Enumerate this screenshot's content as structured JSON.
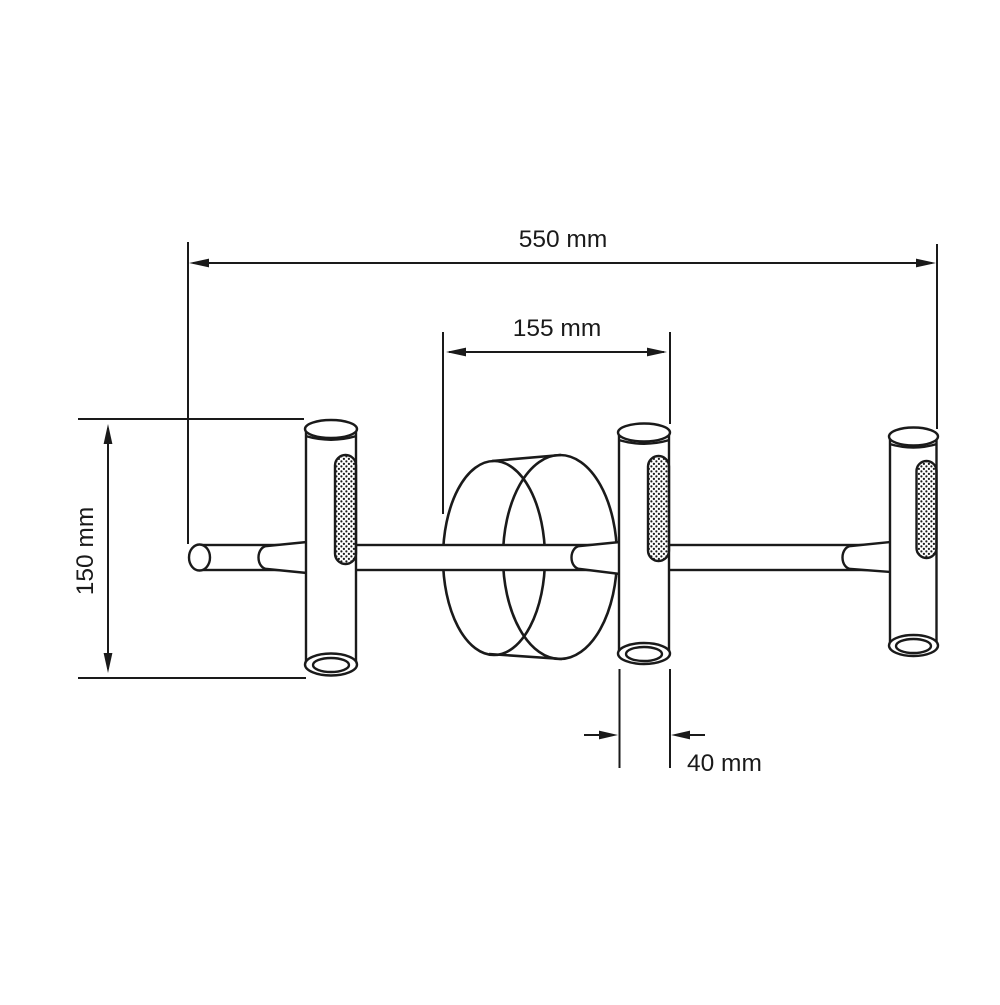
{
  "meta": {
    "drawing_type": "technical-dimension-drawing",
    "subject": "linear spotlight luminaire with three cylindrical heads, round mounting canopy and horizontal arm",
    "background_color": "#ffffff",
    "line_color": "#1a1a1a",
    "unit": "mm"
  },
  "dimensions": {
    "total_width": {
      "label": "550 mm",
      "value": 550,
      "orientation": "horizontal"
    },
    "head_spacing": {
      "label": "155 mm",
      "value": 155,
      "orientation": "horizontal"
    },
    "height": {
      "label": "150 mm",
      "value": 150,
      "orientation": "vertical"
    },
    "head_width": {
      "label": "40 mm",
      "value": 40,
      "orientation": "horizontal"
    }
  }
}
